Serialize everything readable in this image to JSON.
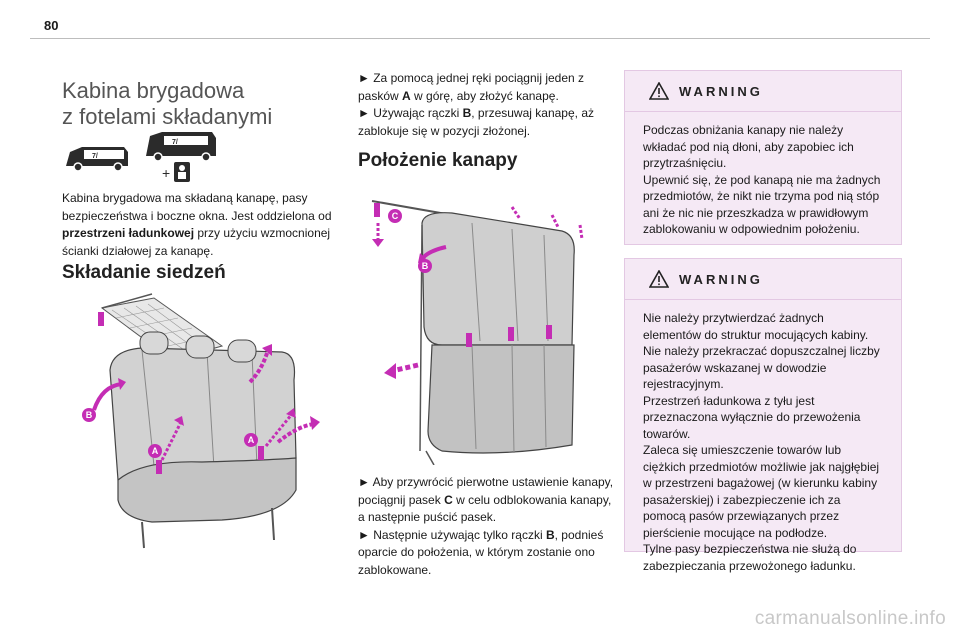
{
  "page_number": "80",
  "left": {
    "section_title_line1": "Kabina brygadowa",
    "section_title_line2": "z fotelami składanymi",
    "intro_part1": "Kabina brygadowa ma składaną kanapę, pasy bezpieczeństwa i boczne okna. Jest oddzielona od ",
    "intro_bold": "przestrzeni ładunkowej",
    "intro_part2": " przy użyciu wzmocnionej ścianki działowej za kanapę.",
    "heading": "Składanie siedzeń",
    "label_a": "A",
    "label_b": "B"
  },
  "middle": {
    "step1_arrow": "►",
    "step1_text_a": " Za pomocą jednej ręki pociągnij jeden z pasków ",
    "step1_bold": "A",
    "step1_text_b": " w górę, aby złożyć kanapę.",
    "step2_arrow": "►",
    "step2_text_a": " Używając rączki ",
    "step2_bold": "B",
    "step2_text_b": ", przesuwaj kanapę, aż zablokuje się w pozycji złożonej.",
    "heading": "Położenie kanapy",
    "label_b": "B",
    "label_c": "C",
    "step3_arrow": "►",
    "step3_text_a": " Aby przywrócić pierwotne ustawienie kanapy, pociągnij pasek ",
    "step3_bold": "C",
    "step3_text_b": " w celu odblokowania kanapy, a następnie puścić pasek.",
    "step4_arrow": "►",
    "step4_text_a": " Następnie używając tylko rączki ",
    "step4_bold": "B",
    "step4_text_b": ", podnieś oparcie do położenia, w którym zostanie ono zablokowane."
  },
  "right": {
    "warning1_title": "WARNING",
    "warning1_text": "Podczas obniżania kanapy nie należy wkładać pod nią dłoni, aby zapobiec ich przytrzaśnięciu.\nUpewnić się, że pod kanapą nie ma żadnych przedmiotów, że nikt nie trzyma pod nią stóp ani że nic nie przeszkadza w prawidłowym zablokowaniu w odpowiednim położeniu.",
    "warning2_title": "WARNING",
    "warning2_text": "Nie należy przytwierdzać żadnych elementów do struktur mocujących kabiny.\nNie należy przekraczać dopuszczalnej liczby pasażerów wskazanej w dowodzie rejestracyjnym.\nPrzestrzeń ładunkowa z tyłu jest przeznaczona wyłącznie do przewożenia towarów.\nZaleca się umieszczenie towarów lub ciężkich przedmiotów możliwie jak najgłębiej w przestrzeni bagażowej (w kierunku kabiny pasażerskiej) i zabezpieczenie ich za pomocą pasów przewiązanych przez pierścienie mocujące na podłodze.\nTylne pasy bezpieczeństwa nie służą do zabezpieczania przewożonego ładunku."
  },
  "watermark": "carmanualsonline.info",
  "colors": {
    "accent": "#c42db4",
    "warning_bg": "#f5e9f5",
    "seat": "#c9c9c9"
  }
}
